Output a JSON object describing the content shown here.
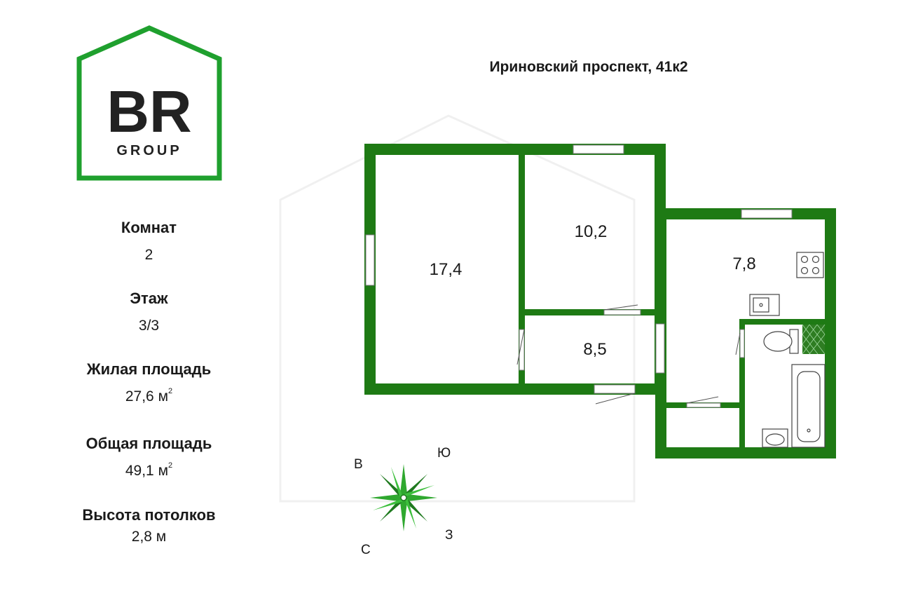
{
  "logo": {
    "brand": "BR",
    "sub": "GROUP",
    "color": "#1fa02e"
  },
  "address": "Ириновский проспект, 41к2",
  "info": [
    {
      "label": "Комнат",
      "value": "2",
      "unit": ""
    },
    {
      "label": "Этаж",
      "value": "3/3",
      "unit": ""
    },
    {
      "label": "Жилая площадь",
      "value": "27,6 м",
      "unit": "2"
    },
    {
      "label": "Общая площадь",
      "value": "49,1 м",
      "unit": "2"
    },
    {
      "label": "Высота потолков",
      "value": "2,8 м",
      "unit": ""
    }
  ],
  "rooms": [
    {
      "area": "17,4"
    },
    {
      "area": "10,2"
    },
    {
      "area": "8,5"
    },
    {
      "area": "7,8"
    }
  ],
  "compass": {
    "n": "В",
    "e": "Ю",
    "s": "З",
    "w": "С"
  },
  "colors": {
    "wall": "#1e7a14",
    "window": "#ffffff",
    "compass": "#2fa82f"
  }
}
